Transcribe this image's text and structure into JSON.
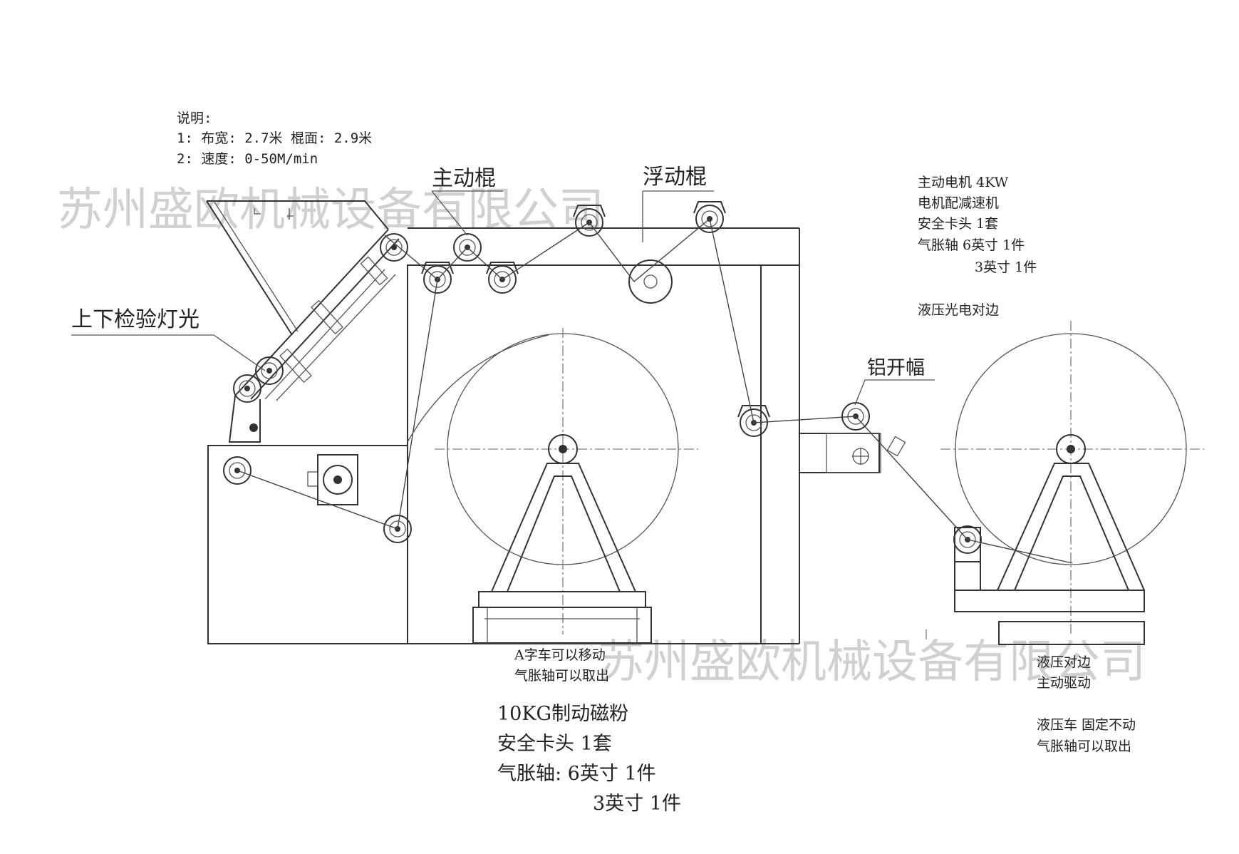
{
  "notes": {
    "header": "说明:",
    "line1": "1: 布宽: 2.7米 棍面: 2.9米",
    "line2": "2: 速度: 0-50M/min"
  },
  "labels": {
    "drive_roller": "主动棍",
    "float_roller": "浮动棍",
    "inspection_light": "上下检验灯光",
    "aluminum_spreader": "铝开幅"
  },
  "right_specs": {
    "line1": "主动电机 4KW",
    "line2": "电机配减速机",
    "line3": "安全卡头 1套",
    "line4": "气胀轴 6英寸 1件",
    "line5": "3英寸 1件",
    "line6": "液压光电对边"
  },
  "center_notes": {
    "line1": "A字车可以移动",
    "line2": "气胀轴可以取出"
  },
  "center_specs": {
    "line1": "10KG制动磁粉",
    "line2": "安全卡头 1套",
    "line3": "气胀轴: 6英寸 1件",
    "line4": "3英寸 1件"
  },
  "right_bottom_notes": {
    "line1": "液压对边",
    "line2": "主动驱动",
    "line3": "液压车 固定不动",
    "line4": "气胀轴可以取出"
  },
  "watermarks": {
    "top": "苏州盛欧机械设备有限公司",
    "bottom": "苏州盛欧机械设备有限公司"
  }
}
